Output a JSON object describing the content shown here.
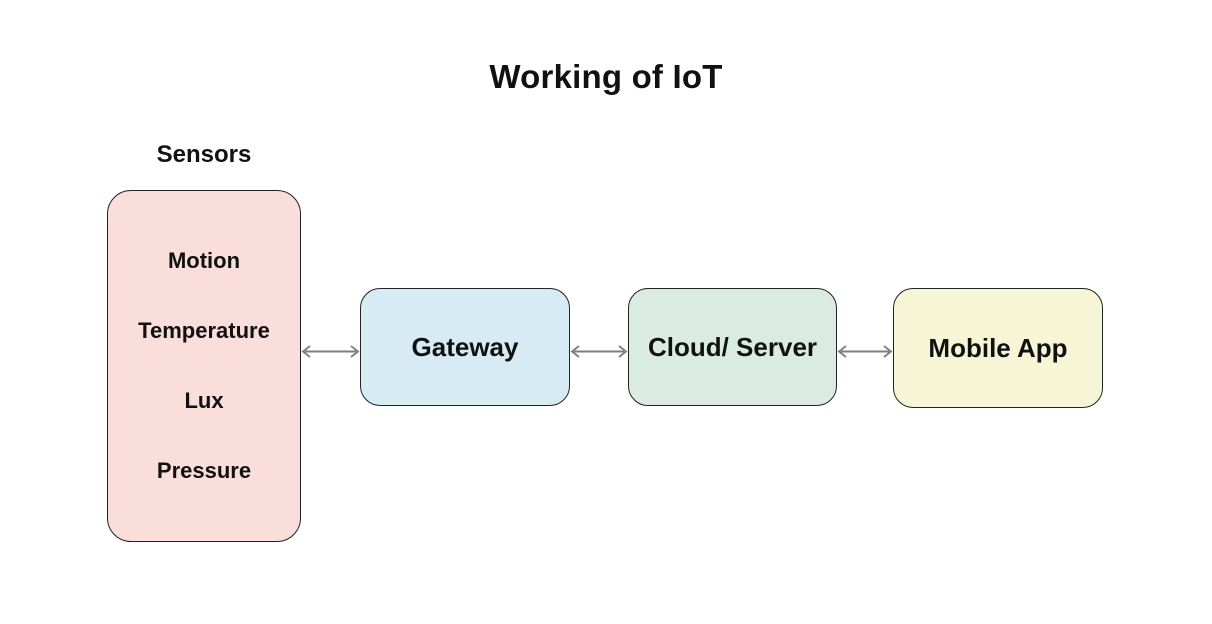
{
  "title": "Working of IoT",
  "diagram": {
    "sensors": {
      "label": "Sensors",
      "items": [
        "Motion",
        "Temperature",
        "Lux",
        "Pressure"
      ],
      "color": "#f9dedb"
    },
    "nodes": [
      {
        "id": "gateway",
        "label": "Gateway",
        "color": "#d7ebf5"
      },
      {
        "id": "cloud-server",
        "label": "Cloud/ Server",
        "color": "#d9ebe2"
      },
      {
        "id": "mobile-app",
        "label": "Mobile App",
        "color": "#f6f5d5"
      }
    ],
    "connections": [
      {
        "from": "Sensors",
        "to": "Gateway",
        "style": "double-arrow"
      },
      {
        "from": "Gateway",
        "to": "Cloud/ Server",
        "style": "double-arrow"
      },
      {
        "from": "Cloud/ Server",
        "to": "Mobile App",
        "style": "double-arrow"
      }
    ],
    "arrow_color": "#7d7d7d",
    "border_color": "#222222",
    "text_color": "#111111",
    "background_color": "#ffffff"
  }
}
